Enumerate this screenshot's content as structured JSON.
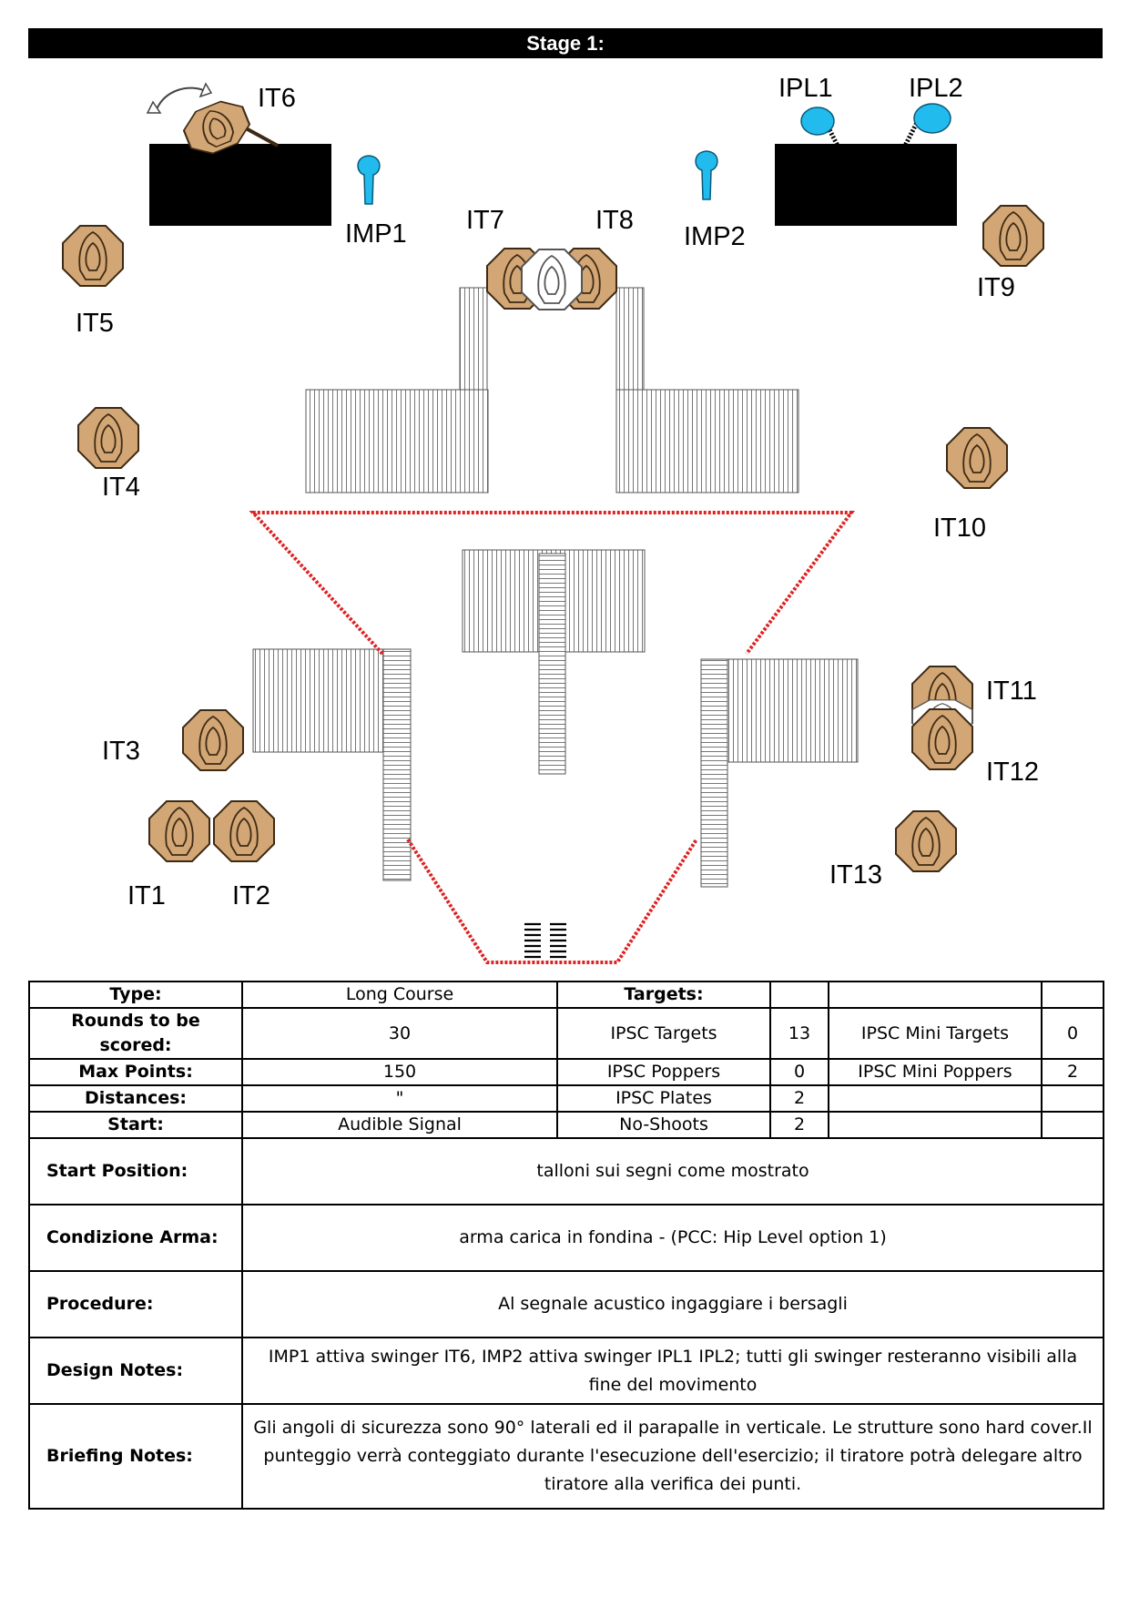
{
  "stage_title": "Stage 1:",
  "colors": {
    "target_fill": "#d2a675",
    "target_stroke": "#3d2a14",
    "popper_fill": "#22bbee",
    "fault_line": "#dd2222"
  },
  "targets": {
    "it1": "IT1",
    "it2": "IT2",
    "it3": "IT3",
    "it4": "IT4",
    "it5": "IT5",
    "it6": "IT6",
    "it7": "IT7",
    "it8": "IT8",
    "it9": "IT9",
    "it10": "IT10",
    "it11": "IT11",
    "it12": "IT12",
    "it13": "IT13",
    "imp1": "IMP1",
    "imp2": "IMP2",
    "ipl1": "IPL1",
    "ipl2": "IPL2"
  },
  "table": {
    "type_label": "Type:",
    "type_value": "Long Course",
    "targets_label": "Targets:",
    "rounds_label": "Rounds to be scored:",
    "rounds_value": "30",
    "maxpoints_label": "Max Points:",
    "maxpoints_value": "150",
    "distances_label": "Distances:",
    "distances_value": "\"",
    "start_label": "Start:",
    "start_value": "Audible Signal",
    "ipsc_targets_label": "IPSC Targets",
    "ipsc_targets_value": "13",
    "ipsc_poppers_label": "IPSC Poppers",
    "ipsc_poppers_value": "0",
    "ipsc_plates_label": "IPSC Plates",
    "ipsc_plates_value": "2",
    "noshoots_label": "No-Shoots",
    "noshoots_value": "2",
    "mini_targets_label": "IPSC Mini Targets",
    "mini_targets_value": "0",
    "mini_poppers_label": "IPSC Mini Poppers",
    "mini_poppers_value": "2",
    "start_position_label": "Start Position:",
    "start_position_value": "talloni sui segni come mostrato",
    "condizione_label": "Condizione Arma:",
    "condizione_value": "arma carica in fondina - (PCC: Hip Level option 1)",
    "procedure_label": "Procedure:",
    "procedure_value": "Al segnale acustico ingaggiare i bersagli",
    "design_label": "Design Notes:",
    "design_value": "IMP1 attiva swinger IT6, IMP2 attiva swinger IPL1 IPL2; tutti  gli swinger resteranno visibili alla fine del movimento",
    "briefing_label": "Briefing Notes:",
    "briefing_value": "Gli angoli di sicurezza sono 90° laterali ed il parapalle in verticale. Le strutture sono hard cover.Il punteggio verrà conteggiato durante l'esecuzione dell'esercizio; il tiratore potrà delegare altro tiratore alla verifica  dei punti."
  }
}
